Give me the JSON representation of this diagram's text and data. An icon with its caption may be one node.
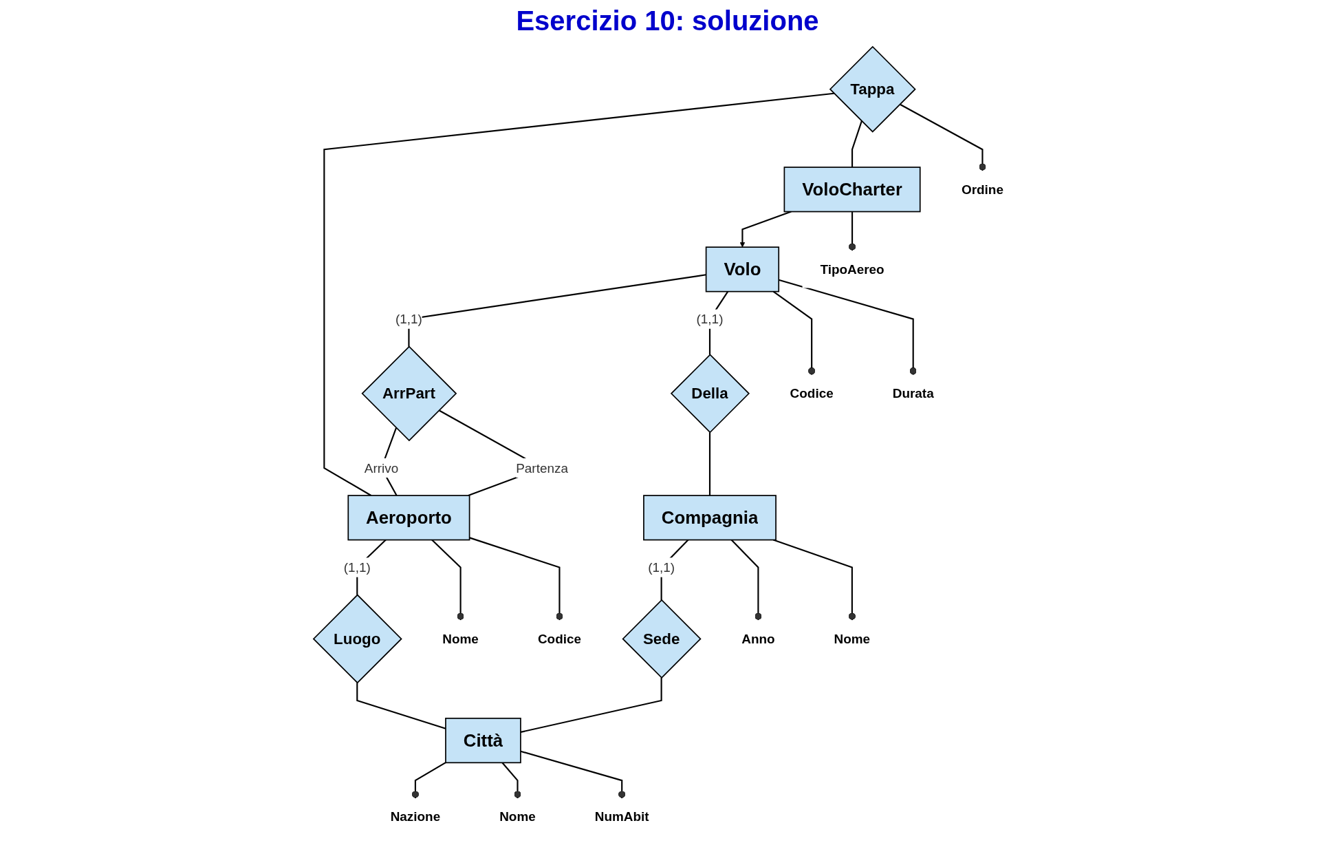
{
  "diagram": {
    "title": "Esercizio 10: soluzione",
    "nodes": [
      {
        "text": [
          "Tappa"
        ]
      },
      {
        "text": [
          "Ordine"
        ]
      },
      {
        "text": [
          "Codice"
        ]
      },
      {
        "text": [
          "Durata"
        ]
      },
      {
        "text": [
          "Volo"
        ]
      },
      {
        "text": [
          "ArrPart"
        ]
      },
      {
        "text": [
          "Nome"
        ]
      },
      {
        "text": [
          "Codice"
        ]
      },
      {
        "text": [
          "Aeroporto"
        ]
      },
      {
        "text": [
          "VoloCharter"
        ]
      },
      {
        "text": [
          "Luogo"
        ]
      },
      {
        "text": [
          "Della"
        ]
      },
      {
        "text": [
          "TipoAereo"
        ]
      },
      {
        "text": [
          "Compagnia"
        ]
      },
      {
        "text": [
          "Sede"
        ]
      },
      {
        "text": [
          "Città"
        ]
      },
      {
        "text": [
          "Anno"
        ]
      },
      {
        "text": [
          "Nome"
        ]
      },
      {
        "text": [
          "Nazione"
        ]
      },
      {
        "text": [
          "Nome"
        ]
      },
      {
        "text": [
          "NumAbit"
        ]
      }
    ],
    "edges": [
      {
        "from": 0,
        "to": 8,
        "arrow": "none"
      },
      {
        "from": 0,
        "to": 9,
        "arrow": "none"
      },
      {
        "from": 4,
        "to": 5,
        "arrow": "none",
        "label": "(1,1)"
      },
      {
        "from": 5,
        "to": 8,
        "arrow": "none",
        "label": "Arrivo"
      },
      {
        "from": 5,
        "to": 8,
        "arrow": "none",
        "label": "Partenza"
      },
      {
        "from": 9,
        "to": 4,
        "arrow": "to"
      },
      {
        "from": 4,
        "to": 11,
        "arrow": "none",
        "label": "(1,1)"
      },
      {
        "from": 8,
        "to": 10,
        "arrow": "none",
        "label": "(1,1)"
      },
      {
        "from": 11,
        "to": 13,
        "arrow": "none"
      },
      {
        "from": 10,
        "to": 15,
        "arrow": "none"
      },
      {
        "from": 13,
        "to": 14,
        "arrow": "none",
        "label": "(1,1)"
      },
      {
        "from": 14,
        "to": 15,
        "arrow": "none"
      },
      {
        "from": 0,
        "to": 1,
        "arrow": "other"
      },
      {
        "from": 4,
        "to": 2,
        "arrow": "other"
      },
      {
        "from": 4,
        "to": 3,
        "arrow": "other"
      },
      {
        "from": 8,
        "to": 6,
        "arrow": "other"
      },
      {
        "from": 8,
        "to": 7,
        "arrow": "other"
      },
      {
        "from": 9,
        "to": 12,
        "arrow": "other"
      },
      {
        "from": 13,
        "to": 16,
        "arrow": "other"
      },
      {
        "from": 13,
        "to": 17,
        "arrow": "other"
      },
      {
        "from": 15,
        "to": 18,
        "arrow": "other"
      },
      {
        "from": 15,
        "to": 19,
        "arrow": "other"
      },
      {
        "from": 15,
        "to": 20,
        "arrow": "other"
      }
    ]
  }
}
